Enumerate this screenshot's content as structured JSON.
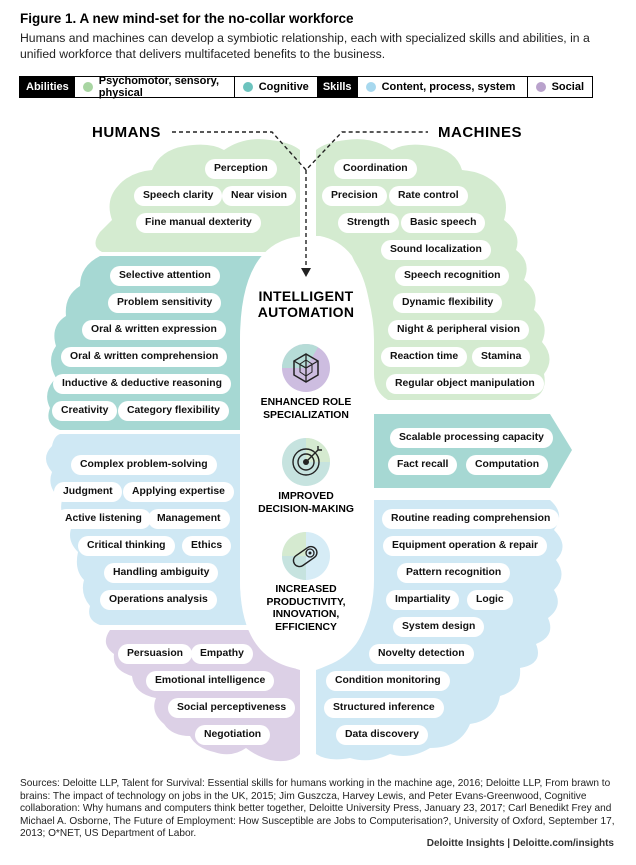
{
  "figure": {
    "title": "Figure 1. A new mind-set for the no-collar workforce",
    "subtitle": "Humans and machines can develop a symbiotic relationship, each with specialized skills and abilities, in a unified workforce that delivers multifaceted benefits to the business."
  },
  "legend": {
    "abilities_label": "Abilities",
    "skills_label": "Skills",
    "items": [
      {
        "label": "Psychomotor, sensory, physical",
        "color": "#a8d5a2"
      },
      {
        "label": "Cognitive",
        "color": "#6cc3be"
      },
      {
        "label": "Content, process, system",
        "color": "#a7d8ee"
      },
      {
        "label": "Social",
        "color": "#b9a2cc"
      }
    ]
  },
  "colors": {
    "green_region": "#d4ebd0",
    "teal_region": "#a6d8d3",
    "blue_region": "#cfe8f4",
    "purple_region": "#dcd0e6",
    "center": "#ffffff"
  },
  "humans": {
    "title": "HUMANS",
    "psychomotor": [
      "Perception",
      "Speech clarity",
      "Near vision",
      "Fine manual dexterity"
    ],
    "cognitive": [
      "Selective attention",
      "Problem sensitivity",
      "Oral & written expression",
      "Oral & written comprehension",
      "Inductive & deductive reasoning",
      "Creativity",
      "Category flexibility"
    ],
    "content": [
      "Complex problem-solving",
      "Judgment",
      "Applying expertise",
      "Active listening",
      "Management",
      "Critical thinking",
      "Ethics",
      "Handling ambiguity",
      "Operations analysis"
    ],
    "social": [
      "Persuasion",
      "Empathy",
      "Emotional intelligence",
      "Social perceptiveness",
      "Negotiation"
    ]
  },
  "machines": {
    "title": "MACHINES",
    "psychomotor": [
      "Coordination",
      "Precision",
      "Rate control",
      "Strength",
      "Basic speech",
      "Sound localization",
      "Speech recognition",
      "Dynamic flexibility",
      "Night & peripheral vision",
      "Reaction time",
      "Stamina",
      "Regular object manipulation"
    ],
    "cognitive": [
      "Scalable processing capacity",
      "Fact recall",
      "Computation"
    ],
    "content": [
      "Routine reading comprehension",
      "Equipment operation & repair",
      "Pattern recognition",
      "Impartiality",
      "Logic",
      "System design",
      "Novelty detection",
      "Condition monitoring",
      "Structured inference",
      "Data discovery"
    ]
  },
  "center": {
    "title_line1": "INTELLIGENT",
    "title_line2": "AUTOMATION",
    "benefits": [
      {
        "line1": "ENHANCED ROLE",
        "line2": "SPECIALIZATION",
        "icon": "cube-icon"
      },
      {
        "line1": "IMPROVED",
        "line2": "DECISION-MAKING",
        "icon": "target-icon"
      },
      {
        "line1": "INCREASED",
        "line2": "PRODUCTIVITY,",
        "line3": "INNOVATION,",
        "line4": "EFFICIENCY",
        "icon": "gear-icon"
      }
    ]
  },
  "sources": {
    "text": "Sources: Deloitte LLP, Talent for Survival: Essential skills for humans working in the machine age, 2016; Deloitte LLP, From brawn to brains: The impact of technology on jobs in the UK, 2015; Jim Guszcza, Harvey Lewis, and Peter Evans-Greenwood, Cognitive collaboration: Why humans and computers think better together, Deloitte University Press, January 23, 2017; Carl Benedikt Frey and Michael A. Osborne, The Future of Employment: How Susceptible are Jobs to Computerisation?, University of Oxford, September 17, 2013; O*NET, US Department of Labor.",
    "credit": "Deloitte Insights | Deloitte.com/insights"
  }
}
